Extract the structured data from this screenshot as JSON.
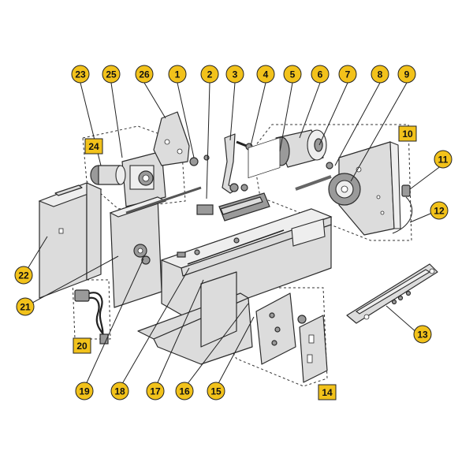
{
  "colors": {
    "callout_fill": "#F2C21B",
    "callout_stroke": "#222222",
    "callout_text": "#111111",
    "box_fill": "#F2C21B"
  },
  "callouts": [
    "1",
    "2",
    "3",
    "4",
    "5",
    "6",
    "7",
    "8",
    "9",
    "11",
    "12",
    "13",
    "15",
    "16",
    "17",
    "18",
    "19",
    "21",
    "22",
    "23",
    "25",
    "26"
  ],
  "group_labels": [
    "10",
    "14",
    "20",
    "24"
  ]
}
